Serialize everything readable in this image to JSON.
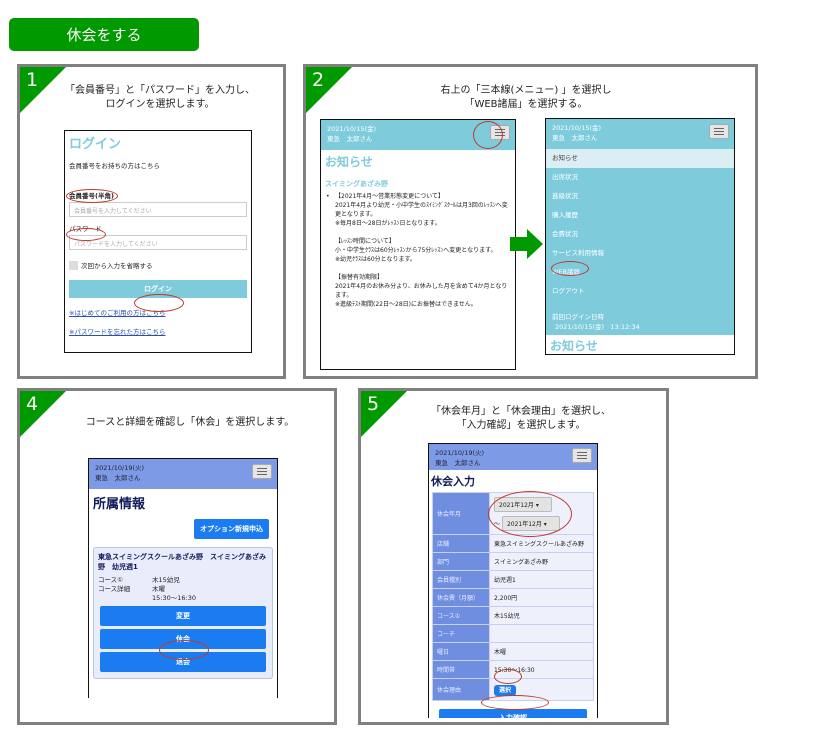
{
  "title": "休会をする",
  "steps": [
    {
      "num": "1",
      "instruction": [
        "「会員番号」と「パスワード」を入力し、",
        "ログインを選択します。"
      ]
    },
    {
      "num": "2",
      "instruction": [
        "右上の「三本線(メニュー) 」を選択し",
        "「WEB諸届」を選択する。"
      ]
    },
    {
      "num": "4",
      "instruction": [
        "コースと詳細を確認し「休会」を選択します。"
      ]
    },
    {
      "num": "5",
      "instruction": [
        "「休会年月」と「休会理由」を選択し、",
        "「入力確認」を選択します。"
      ]
    }
  ],
  "login": {
    "heading": "ログイン",
    "lead": "会員番号をお持ちの方はこちら",
    "member_label": "会員番号(半角)",
    "member_placeholder": "会員番号を入力してください",
    "password_label": "パスワード",
    "password_placeholder": "パスワードを入力してください",
    "remember": "次回から入力を省略する",
    "login_button": "ログイン",
    "link_first": "※はじめてのご利用の方はこちら",
    "link_forgot": "※パスワードを忘れた方はこちら"
  },
  "news": {
    "date": "2021/10/15(金)",
    "user": "東急　太郎さん",
    "heading": "お知らせ",
    "school": "スイミングあざみ野",
    "lines": [
      "【2021年4月～営業形態変更について】",
      "2021年4月より幼児・小中学生のｽｲﾐﾝｸﾞｽｸｰﾙは月3回のﾚｯｽﾝへ変更となります。",
      "※毎月8日～28日がﾚｯｽﾝ日となります。",
      "",
      "【ﾚｯｽﾝ時間について】",
      "小・中学生ｸﾗｽは60分ﾚｯｽﾝから75分ﾚｯｽﾝへ変更となります。",
      "※幼児ｸﾗｽは60分となります。",
      "",
      "【振替有効期限】",
      "2021年4月のお休み分より、お休みした月を含めて4か月となります。",
      "※進級ﾃｽﾄ期間(22日～28日)にお振替はできません。"
    ]
  },
  "menu": {
    "date": "2021/10/15(金)",
    "user": "東急　太郎さん",
    "items": [
      "お知らせ",
      "出席状況",
      "進級状況",
      "購入履歴",
      "会費状況",
      "サービス利用情報",
      "WEB諸届",
      "ログアウト"
    ],
    "last_login_label": "前回ログイン日時",
    "last_login": "2021/10/15(金)　13:12:34",
    "below_heading": "お知らせ"
  },
  "membership": {
    "date": "2021/10/19(火)",
    "user": "東急　太郎さん",
    "heading": "所属情報",
    "option_button": "オプション新規申込",
    "card_title": "東急スイミングスクールあざみ野　スイミングあざみ野　幼児週1",
    "course_label": "コース①",
    "course_value": "木15幼児",
    "detail_label": "コース詳細",
    "detail_day": "木曜",
    "detail_time": "15:30～16:30",
    "buttons": [
      "変更",
      "休会",
      "退会"
    ]
  },
  "leave": {
    "date": "2021/10/19(火)",
    "user": "東急　太郎さん",
    "heading": "休会入力",
    "period_label": "休会年月",
    "from": "2021年12月",
    "tilde": "～",
    "to": "2021年12月",
    "rows": [
      {
        "label": "店舗",
        "value": "東急スイミングスクールあざみ野"
      },
      {
        "label": "部門",
        "value": "スイミングあざみ野"
      },
      {
        "label": "会員種別",
        "value": "幼児週1"
      },
      {
        "label": "休会費（月額）",
        "value": "2,200円"
      },
      {
        "label": "コース①",
        "value": "木15幼児"
      },
      {
        "label": "コーチ",
        "value": ""
      },
      {
        "label": "曜日",
        "value": "木曜"
      },
      {
        "label": "時間帯",
        "value": "15:30～16:30"
      }
    ],
    "reason_label": "休会理由",
    "select_button": "選択",
    "confirm_button": "入力確認"
  },
  "colors": {
    "green": "#009900",
    "teal": "#7ecbdc",
    "blue": "#1a7cf0",
    "highlight": "#c0392b"
  }
}
